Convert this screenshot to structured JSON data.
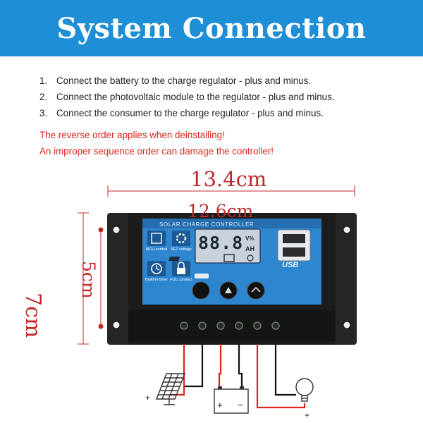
{
  "header": {
    "title": "System Connection"
  },
  "instructions": [
    {
      "number": "1.",
      "text": "Connect the battery to the charge regulator - plus and minus."
    },
    {
      "number": "2.",
      "text": "Connect the photovoltaic module to the regulator - plus and minus."
    },
    {
      "number": "3.",
      "text": "Connect the consumer to the charge regulator - plus and minus."
    }
  ],
  "warnings": [
    "The reverse order applies when deinstalling!",
    "An improper sequence order can damage the controller!"
  ],
  "dimensions": {
    "outer_width": "13.4cm",
    "inner_width": "12.6cm",
    "outer_height": "7cm",
    "inner_height": "5cm"
  },
  "controller": {
    "panel_label": "SOLAR CHARGE CONTROLLER",
    "display_value": "88.8",
    "display_unit_top": "V%",
    "display_unit_bottom": "AH",
    "icons": [
      {
        "name": "chip-icon",
        "label": "MCU control"
      },
      {
        "name": "gear-icon",
        "label": "SET voltage"
      },
      {
        "name": "clock-icon",
        "label": "Build-in timer"
      },
      {
        "name": "lock-icon",
        "label": "FULL protect"
      }
    ],
    "usb_label": "USB",
    "terminal_count": 6
  },
  "polarity": {
    "solar": "+",
    "battery_plus": "+",
    "battery_minus": "−",
    "load": "+"
  },
  "colors": {
    "banner": "#1e8fd6",
    "warning": "#d9261c",
    "dimension": "#c0282a",
    "panel": "#2e86cf",
    "case": "#1c1c1c",
    "wire_red": "#e0241b",
    "wire_black": "#111111"
  }
}
